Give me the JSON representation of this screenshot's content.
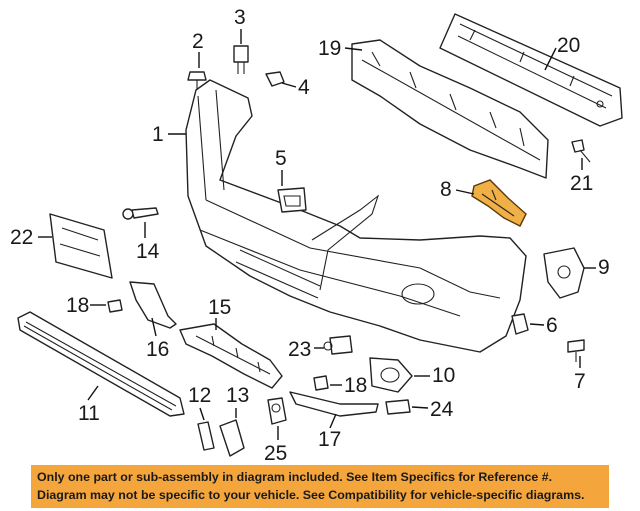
{
  "callouts": {
    "c1": "1",
    "c2": "2",
    "c3": "3",
    "c4": "4",
    "c5": "5",
    "c6": "6",
    "c7": "7",
    "c8": "8",
    "c9": "9",
    "c10": "10",
    "c11": "11",
    "c12": "12",
    "c13": "13",
    "c14": "14",
    "c15": "15",
    "c16": "16",
    "c17": "17",
    "c18a": "18",
    "c18b": "18",
    "c19": "19",
    "c20": "20",
    "c21": "21",
    "c22": "22",
    "c23": "23",
    "c24": "24",
    "c25": "25"
  },
  "highlight": {
    "part": "8",
    "color": "#f0b046"
  },
  "banner": {
    "line1": "Only one part or sub-assembly in diagram included. See Item Specifics for Reference #.",
    "line2": "Diagram may not be specific to your vehicle. See Compatibility for vehicle-specific diagrams.",
    "color": "#f4a53b"
  }
}
